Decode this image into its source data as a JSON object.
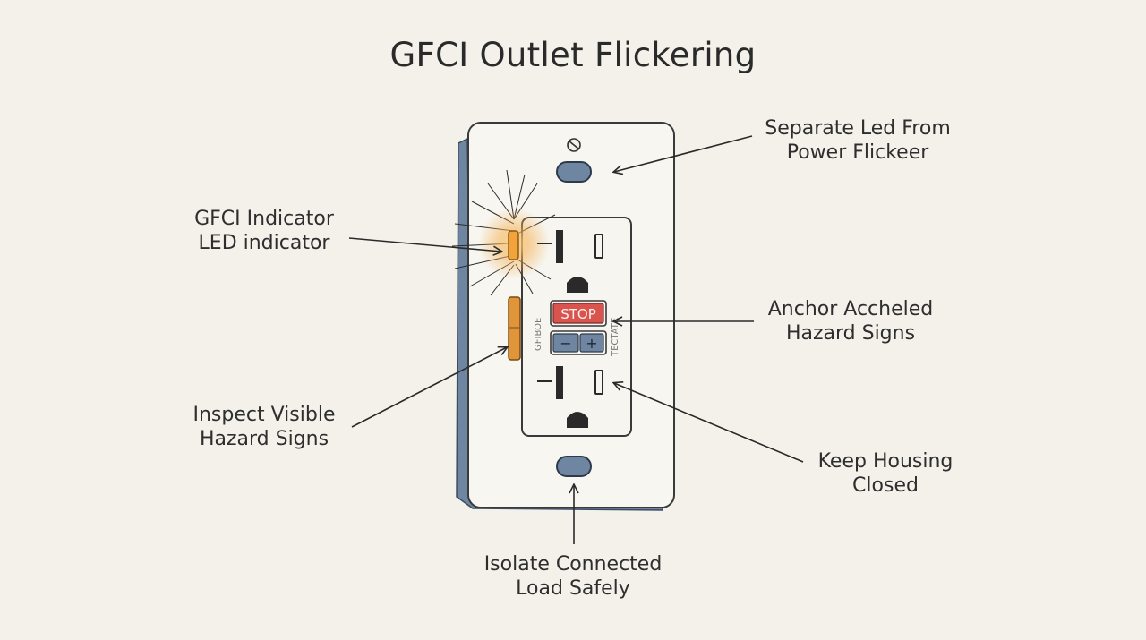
{
  "title": "GFCI Outlet Flickering",
  "outlet": {
    "stop_button": "STOP",
    "minus_symbol": "−",
    "plus_symbol": "+",
    "side_text_left": "GFIBOE",
    "side_text_right": "TECTATE"
  },
  "labels": {
    "top_right": [
      "Separate Led From",
      "Power Flickeer"
    ],
    "left_top": [
      "GFCI Indicator",
      "LED indicator"
    ],
    "right_middle": [
      "Anchor Accheled",
      "Hazard Signs"
    ],
    "left_bottom": [
      "Inspect Visible",
      "Hazard Signs"
    ],
    "right_bottom": [
      "Keep Housing",
      "Closed"
    ],
    "bottom": [
      "Isolate Connected",
      "Load Safely"
    ]
  },
  "colors": {
    "background": "#f3f1ea",
    "plate": "#f7f6f1",
    "plate_shadow": "#6f86a3",
    "led_glow": "#f2a33a",
    "stop_red": "#d9534f",
    "test_blue": "#6f86a3"
  }
}
